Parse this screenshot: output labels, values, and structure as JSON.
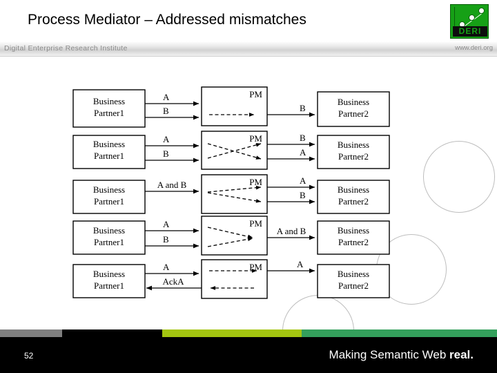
{
  "slide": {
    "title": "Process Mediator – Addressed mismatches",
    "page_number": "52"
  },
  "header": {
    "logo_text": "DERI",
    "institute": "Digital Enterprise Research Institute",
    "website": "www.deri.org"
  },
  "footer": {
    "tagline_light": "Making Semantic Web ",
    "tagline_bold": "real."
  },
  "colors": {
    "logo_green": "#16a016",
    "strip_gray": "#7f7f7f",
    "strip_black": "#000000",
    "strip_yellow_green": "#a4c610",
    "strip_green": "#34a05c",
    "footer_black": "#000000",
    "diagram_stroke": "#000000",
    "deco_circle": "#bdbdbd"
  },
  "diagram": {
    "partner1_label_line1": "Business",
    "partner1_label_line2": "Partner1",
    "partner2_label_line1": "Business",
    "partner2_label_line2": "Partner2",
    "mediator_label": "PM",
    "rows": [
      {
        "name": "row-1-stop-unwanted-message",
        "inputs": [
          "A",
          "B"
        ],
        "outputs": [
          "B"
        ],
        "internal": "single-dashed-pass-through"
      },
      {
        "name": "row-2-reorder-messages",
        "inputs": [
          "A",
          "B"
        ],
        "outputs": [
          "B",
          "A"
        ],
        "internal": "crossed-dashed-arrows"
      },
      {
        "name": "row-3-split-message",
        "inputs": [
          "A and B"
        ],
        "outputs": [
          "A",
          "B"
        ],
        "internal": "split-dashed-arrows"
      },
      {
        "name": "row-4-combine-messages",
        "inputs": [
          "A",
          "B"
        ],
        "outputs": [
          "A and B"
        ],
        "internal": "merge-dashed-arrows"
      },
      {
        "name": "row-5-generate-acknowledgement",
        "inputs": [
          "A"
        ],
        "inputs_reverse": [
          "AckA"
        ],
        "outputs": [
          "A"
        ],
        "internal": "forward-and-ack-dashed-arrows"
      }
    ]
  }
}
